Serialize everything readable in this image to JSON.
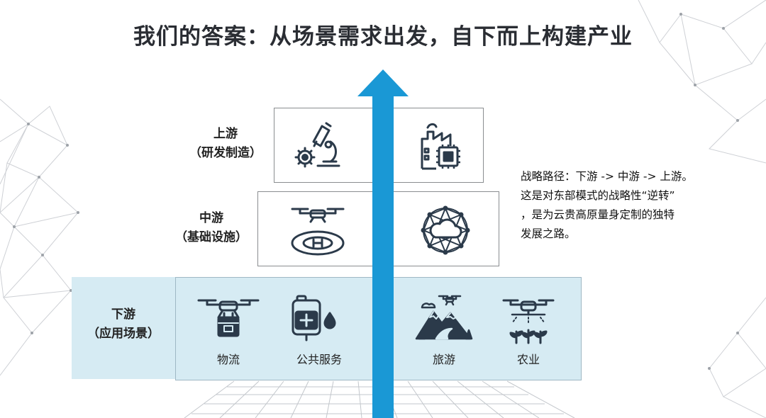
{
  "title": "我们的答案：从场景需求出发，自下而上构建产业",
  "tiers": {
    "upstream": {
      "line1": "上游",
      "line2": "（研发制造）",
      "icons": [
        "microscope-gear-icon",
        "factory-chip-icon"
      ]
    },
    "midstream": {
      "line1": "中游",
      "line2": "（基础设施）",
      "icons": [
        "drone-landing-pad-icon",
        "cloud-network-icon"
      ]
    },
    "downstream": {
      "line1": "下游",
      "line2": "（应用场景）",
      "items": [
        {
          "label": "物流",
          "icon": "delivery-drone-icon"
        },
        {
          "label": "公共服务",
          "icon": "medical-iv-bag-icon"
        },
        {
          "label": "旅游",
          "icon": "mountain-drone-icon"
        },
        {
          "label": "农业",
          "icon": "spraying-drone-icon"
        }
      ]
    }
  },
  "strategy": {
    "line1": "战略路径：下游 -> 中游 -> 上游。",
    "line2": "这是对东部模式的战略性“逆转”",
    "line3": "，是为云贵高原量身定制的独特",
    "line4": "发展之路。"
  },
  "colors": {
    "arrow": "#1a98d5",
    "downstream_fill": "#d6ebf3",
    "icon": "#2b3a4a",
    "border": "#8a8d90"
  }
}
